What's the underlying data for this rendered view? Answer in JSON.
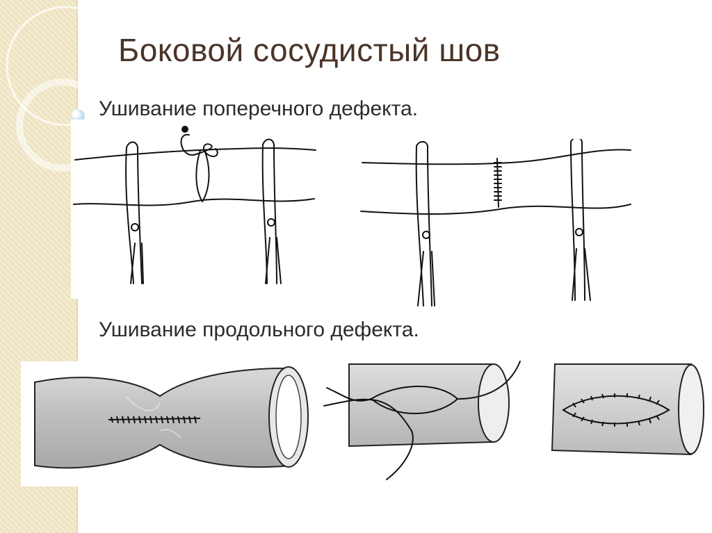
{
  "slide": {
    "title": "Боковой сосудистый шов",
    "subtitle_transverse": "Ушивание поперечного дефекта.",
    "subtitle_longitudinal": "Ушивание продольного дефекта."
  },
  "icons": {
    "bullet": "bullet-bubble-icon"
  },
  "colors": {
    "title": "#4a3428",
    "deco_strip": "#f1e7c6",
    "text": "#2b2b2b"
  }
}
